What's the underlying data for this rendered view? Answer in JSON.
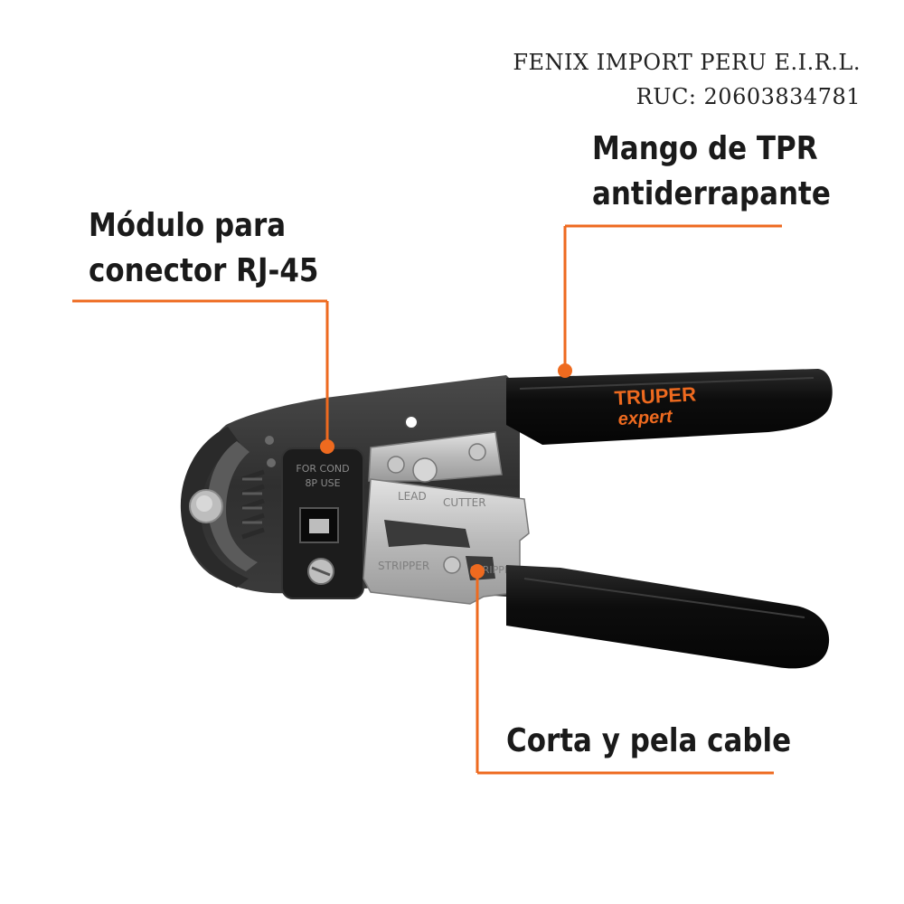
{
  "company": {
    "name": "FENIX IMPORT PERU E.I.R.L.",
    "ruc": "RUC: 20603834781"
  },
  "callouts": {
    "mango": {
      "line1": "Mango de TPR",
      "line2": "antiderrapante"
    },
    "modulo": {
      "line1": "Módulo para",
      "line2": "conector RJ-45"
    },
    "corta": {
      "line1": "Corta y pela cable"
    }
  },
  "tool": {
    "brand_top": "TRUPER",
    "brand_bottom": "expert",
    "module_stamp_1": "FOR COND",
    "module_stamp_2": "8P USE",
    "blade_stamp_lead": "LEAD",
    "blade_stamp_cutter": "CUTTER",
    "blade_stamp_stripper": "STRIPPER",
    "blade_stamp_stripper_2": "STRIPPER"
  },
  "colors": {
    "accent": "#ee6a1f",
    "handle": "#111111",
    "frame": "#3a3a3a",
    "steel": "#c9c9c9",
    "text": "#1a1a1a"
  }
}
